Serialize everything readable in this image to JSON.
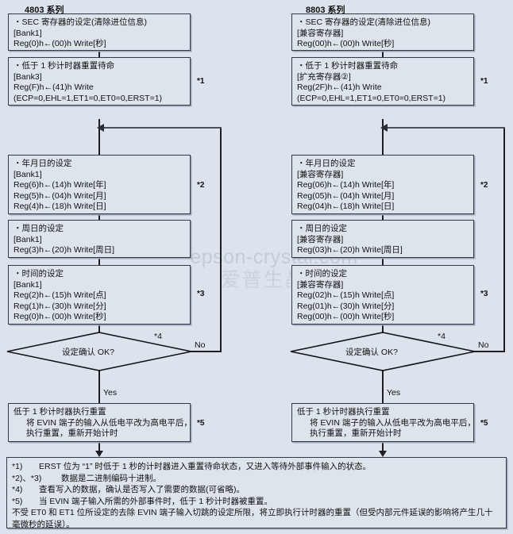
{
  "diagram": {
    "title_left": "4803 系列",
    "title_right": "8803 系列",
    "watermark": {
      "line1": "epson-crystal.com",
      "line2": "爱普生晶振"
    },
    "decision": {
      "label": "设定确认 OK?",
      "yes_label": "Yes",
      "no_label": "No",
      "note": "*4"
    },
    "left_column": {
      "nodes": [
        {
          "id": "sec-register",
          "lines": [
            "・SEC 寄存器的设定(清除进位信息)",
            "[Bank1]",
            "Reg(0)h←(00)h   Write[秒]"
          ],
          "note": ""
        },
        {
          "id": "sub-second-reset-standby",
          "lines": [
            "・低于 1 秒计时器重置待命",
            "[Bank3]",
            "Reg(F)h←(41)h   Write",
            "   (ECP=0,EHL=1,ET1=0,ET0=0,ERST=1)"
          ],
          "note": "*1"
        },
        {
          "id": "date-setting",
          "lines": [
            "・年月日的设定",
            "[Bank1]",
            "Reg(6)h←(14)h   Write[年]",
            "Reg(5)h←(04)h   Write[月]",
            "Reg(4)h←(18)h   Write[日]"
          ],
          "note": "*2"
        },
        {
          "id": "weekday-setting",
          "lines": [
            "・周日的设定",
            "[Bank1]",
            "Reg(3)h←(20)h   Write[周日]"
          ],
          "note": ""
        },
        {
          "id": "time-setting",
          "lines": [
            "・时间的设定",
            "[Bank1]",
            "Reg(2)h←(15)h   Write[点]",
            "Reg(1)h←(30)h   Write[分]",
            "Reg(0)h←(00)h   Write[秒]"
          ],
          "note": "*3"
        },
        {
          "id": "timer-reset-execute",
          "lines": [
            "低于 1 秒计时器执行重置",
            "将 EVIN 端子的输入从低电平改为高电平后，",
            "执行重置，重新开始计时"
          ],
          "note": "*5"
        }
      ]
    },
    "right_column": {
      "nodes": [
        {
          "id": "sec-register",
          "lines": [
            "・SEC 寄存器的设定(清除进位信息)",
            "[兼容寄存器]",
            "Reg(00)h←(00)h   Write[秒]"
          ],
          "note": ""
        },
        {
          "id": "sub-second-reset-standby",
          "lines": [
            "・低于 1 秒计时器重置待命",
            "[扩充寄存器②]",
            "Reg(2F)h←(41)h   Write",
            "   (ECP=0,EHL=1,ET1=0,ET0=0,ERST=1)"
          ],
          "note": "*1"
        },
        {
          "id": "date-setting",
          "lines": [
            "・年月日的设定",
            "[兼容寄存器]",
            "Reg(06)h←(14)h   Write[年]",
            "Reg(05)h←(04)h   Write[月]",
            "Reg(04)h←(18)h   Write[日]"
          ],
          "note": "*2"
        },
        {
          "id": "weekday-setting",
          "lines": [
            "・周日的设定",
            "[兼容寄存器]",
            "Reg(03)h←(20)h   Write[周日]"
          ],
          "note": ""
        },
        {
          "id": "time-setting",
          "lines": [
            "・时间的设定",
            "[兼容寄存器]",
            "Reg(02)h←(15)h   Write[点]",
            "Reg(01)h←(30)h   Write[分]",
            "Reg(00)h←(00)h   Write[秒]"
          ],
          "note": "*3"
        },
        {
          "id": "timer-reset-execute",
          "lines": [
            "低于 1 秒计时器执行重置",
            "将 EVIN 端子的输入从低电平改为高电平后，",
            "执行重置，重新开始计时"
          ],
          "note": "*5"
        }
      ]
    },
    "footnotes": [
      {
        "num": "*1)",
        "text": "ERST 位为 “1” 时低于 1 秒的计时器进入重置待命状态，又进入等待外部事件输入的状态。"
      },
      {
        "num": "*2)、*3)",
        "text": "数据是二进制编码十进制。"
      },
      {
        "num": "*4)",
        "text": "查看写入的数据，确认是否写入了需要的数据(可省略)。"
      },
      {
        "num": "*5)",
        "text": "当 EVIN 端子输入所需的外部事件时，低于 1 秒计时器被重置。"
      },
      {
        "num": "",
        "text": "不受 ET0 和 ET1 位所设定的去除 EVIN 端子输入切跳的设定所限，将立即执行计时器的重置（但受内部元件延误的影响将产生几十毫微秒的延误）。"
      }
    ]
  }
}
